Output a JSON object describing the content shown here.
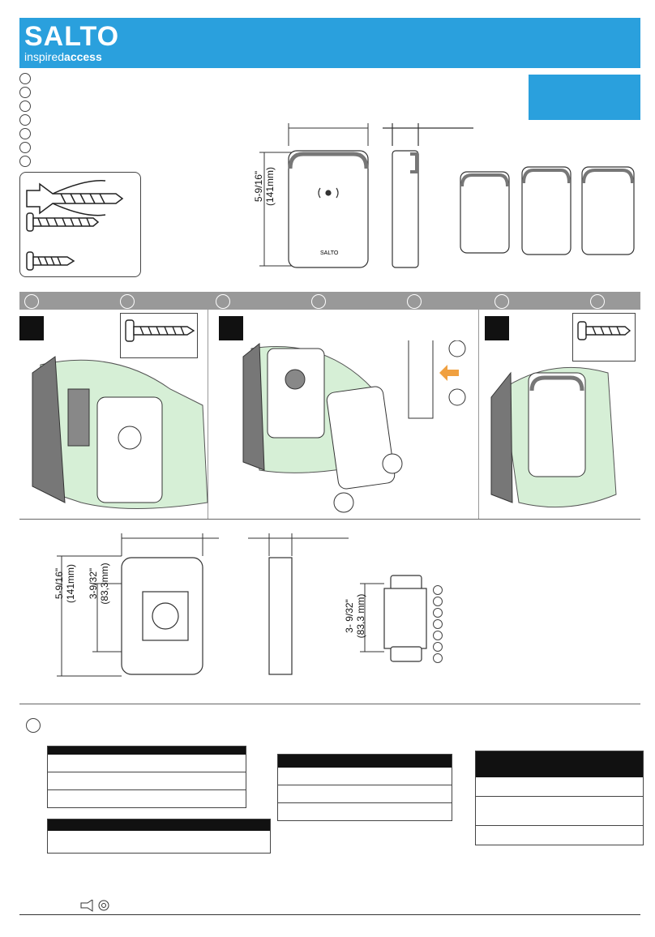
{
  "brand": {
    "name": "SALTO",
    "tagline_light": "inspired",
    "tagline_bold": "access",
    "color": "#2aa0dd"
  },
  "dimensions": {
    "front_height_in": "5-9/16\"",
    "front_height_mm": "(141mm)",
    "back_height_in": "5-9/16\"",
    "back_height_mm": "(141mm)",
    "inner_height_in": "3-9/32\"",
    "inner_height_mm": "(83,3mm)",
    "box_height_in": "3- 9/32\"",
    "box_height_mm": "(83,3 mm)"
  },
  "product_label": "SALTO",
  "steps": {
    "colors": {
      "accent": "#2aa0dd",
      "band": "#999999",
      "wall": "#d6efd6",
      "arrow": "#f0a040"
    }
  },
  "icons": [
    "screw-icon",
    "wall-plug-icon",
    "triangle-icon",
    "circle-icon"
  ]
}
